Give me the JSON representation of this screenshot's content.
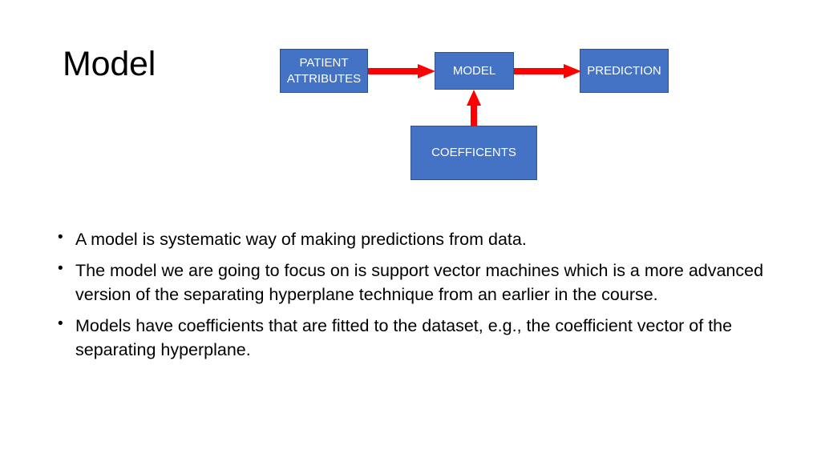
{
  "slide": {
    "title": "Model",
    "background_color": "#FFFFFF"
  },
  "diagram": {
    "type": "flowchart",
    "box_fill_color": "#4472C4",
    "box_border_color": "#2F528F",
    "box_text_color": "#FFFFFF",
    "arrow_color": "#FF0000",
    "boxes": [
      {
        "id": "patient",
        "line1": "PATIENT",
        "line2": "ATTRIBUTES"
      },
      {
        "id": "model",
        "line1": "MODEL",
        "line2": ""
      },
      {
        "id": "prediction",
        "line1": "PREDICTION",
        "line2": ""
      },
      {
        "id": "coefficents",
        "line1": "COEFFICENTS",
        "line2": ""
      }
    ],
    "arrows": [
      {
        "from": "PATIENT ATTRIBUTES",
        "to": "MODEL",
        "direction": "right"
      },
      {
        "from": "MODEL",
        "to": "PREDICTION",
        "direction": "right"
      },
      {
        "from": "COEFFICENTS",
        "to": "MODEL",
        "direction": "up"
      }
    ]
  },
  "body": {
    "bullet_mark": "•",
    "bullets": [
      "A model is systematic way of making predictions from data.",
      "The model we are going to focus on is support vector machines which is a more advanced version of the separating hyperplane technique from an earlier in the course.",
      "Models have coefficients that are fitted to the dataset, e.g., the coefficient vector of the separating hyperplane."
    ]
  }
}
